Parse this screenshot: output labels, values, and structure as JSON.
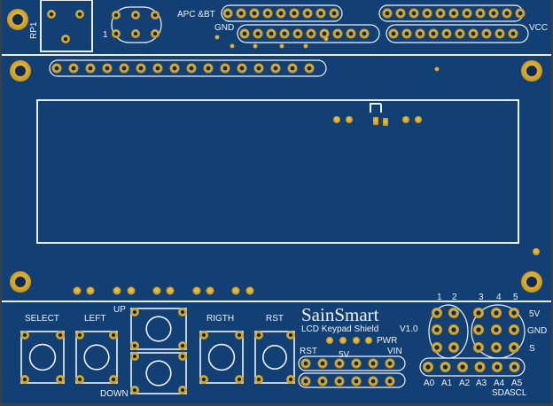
{
  "board": {
    "brand": "SainSmart",
    "model": "LCD Keypad Shield",
    "version": "V1.0",
    "colors": {
      "pcb": "#123f74",
      "silkscreen": "#eef2f5",
      "pad": "#d9a827",
      "edge": "#3a4048"
    }
  },
  "labels": {
    "rp1": "RP1",
    "pin1": "1",
    "apc_bt": "APC &BT",
    "gnd_top": "GND",
    "vcc": "VCC",
    "pwr": "PWR",
    "select": "SELECT",
    "left": "LEFT",
    "up": "UP",
    "down": "DOWN",
    "right": "RIGTH",
    "rst_button": "RST",
    "rst_header": "RST",
    "header_5v": "5V",
    "vin": "VIN",
    "col1": "1",
    "col2": "2",
    "col3": "3",
    "col4": "4",
    "col5": "5",
    "side_5v": "5V",
    "side_gnd": "GND",
    "side_s": "S",
    "a0": "A0",
    "a1": "A1",
    "a2": "A2",
    "a3": "A3",
    "a4": "A4",
    "a5": "A5",
    "sda": "SDA",
    "scl": "SCL"
  },
  "buttons": [
    {
      "id": "select",
      "name": "select-button"
    },
    {
      "id": "left",
      "name": "left-button"
    },
    {
      "id": "up",
      "name": "up-button"
    },
    {
      "id": "down",
      "name": "down-button"
    },
    {
      "id": "right",
      "name": "right-button"
    },
    {
      "id": "rst",
      "name": "rst-button"
    }
  ]
}
